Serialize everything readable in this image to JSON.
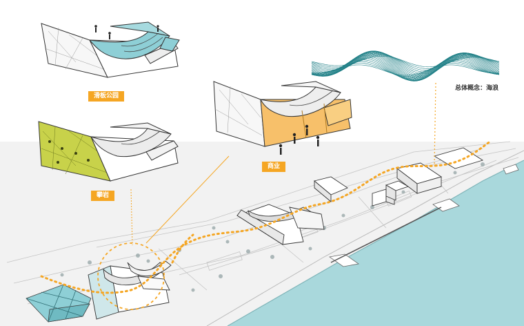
{
  "header_text": "",
  "labels": {
    "park": "滑板公园",
    "climbing": "攀岩",
    "commerce": "商业",
    "concept": "总体概念：海浪"
  },
  "colors": {
    "accent_orange": "#f5a623",
    "sea_teal": "#a9d8dc",
    "roof_teal": "#8ecfd6",
    "wall_olive": "#c8d24a",
    "wall_orange": "#f7c06a",
    "wave_lines": "#1f7f86"
  }
}
